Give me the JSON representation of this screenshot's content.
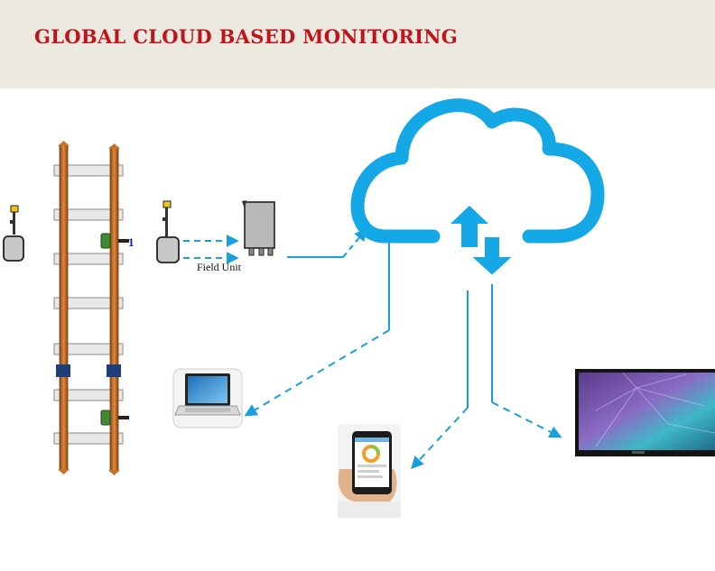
{
  "header": {
    "title": "GLOBAL CLOUD BASED MONITORING"
  },
  "labels": {
    "field_unit": "Field Unit",
    "marker_number": "1"
  },
  "colors": {
    "header_bg": "#ece9e0",
    "title": "#c0141c",
    "cloud": "#15a8e6",
    "arrow": "#17a0dc",
    "rail": "#c8722a"
  },
  "icons": {
    "cloud": "cloud-icon",
    "sync_arrows": "upload-download-icon",
    "field_unit": "field-unit-box-icon",
    "sensor": "sensor-probe-icon",
    "laptop": "laptop-icon",
    "phone": "smartphone-icon",
    "tv": "smart-tv-icon"
  }
}
